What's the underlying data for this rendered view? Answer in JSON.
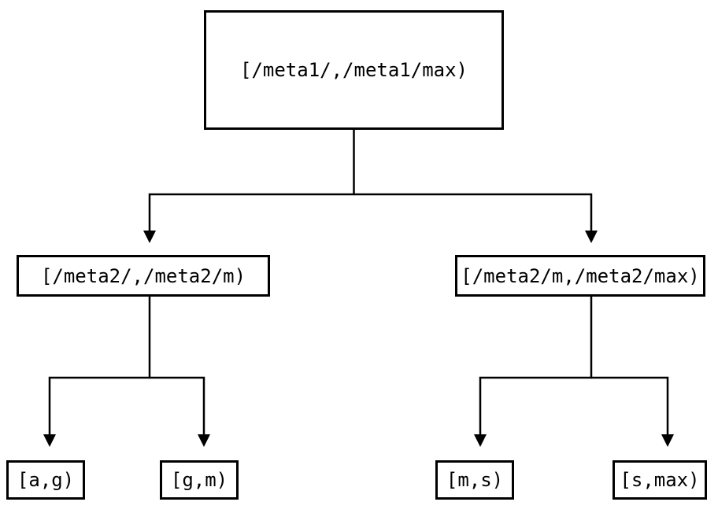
{
  "diagram": {
    "type": "tree",
    "description": "Two-level interval partition tree: a metadata key range split into sub-ranges, then into leaf key ranges.",
    "nodes": {
      "root": {
        "id": "root",
        "label": "[/meta1/,/meta1/max)"
      },
      "left": {
        "id": "left",
        "label": "[/meta2/,/meta2/m)"
      },
      "right": {
        "id": "right",
        "label": "[/meta2/m,/meta2/max)"
      },
      "leaf_ag": {
        "id": "leaf_ag",
        "label": "[a,g)"
      },
      "leaf_gm": {
        "id": "leaf_gm",
        "label": "[g,m)"
      },
      "leaf_ms": {
        "id": "leaf_ms",
        "label": "[m,s)"
      },
      "leaf_smax": {
        "id": "leaf_smax",
        "label": "[s,max)"
      }
    },
    "edges": [
      {
        "from": "root",
        "to": "left"
      },
      {
        "from": "root",
        "to": "right"
      },
      {
        "from": "left",
        "to": "leaf_ag"
      },
      {
        "from": "left",
        "to": "leaf_gm"
      },
      {
        "from": "right",
        "to": "leaf_ms"
      },
      {
        "from": "right",
        "to": "leaf_smax"
      }
    ],
    "colors": {
      "background": "#ffffff",
      "stroke": "#000000",
      "text": "#000000"
    }
  }
}
